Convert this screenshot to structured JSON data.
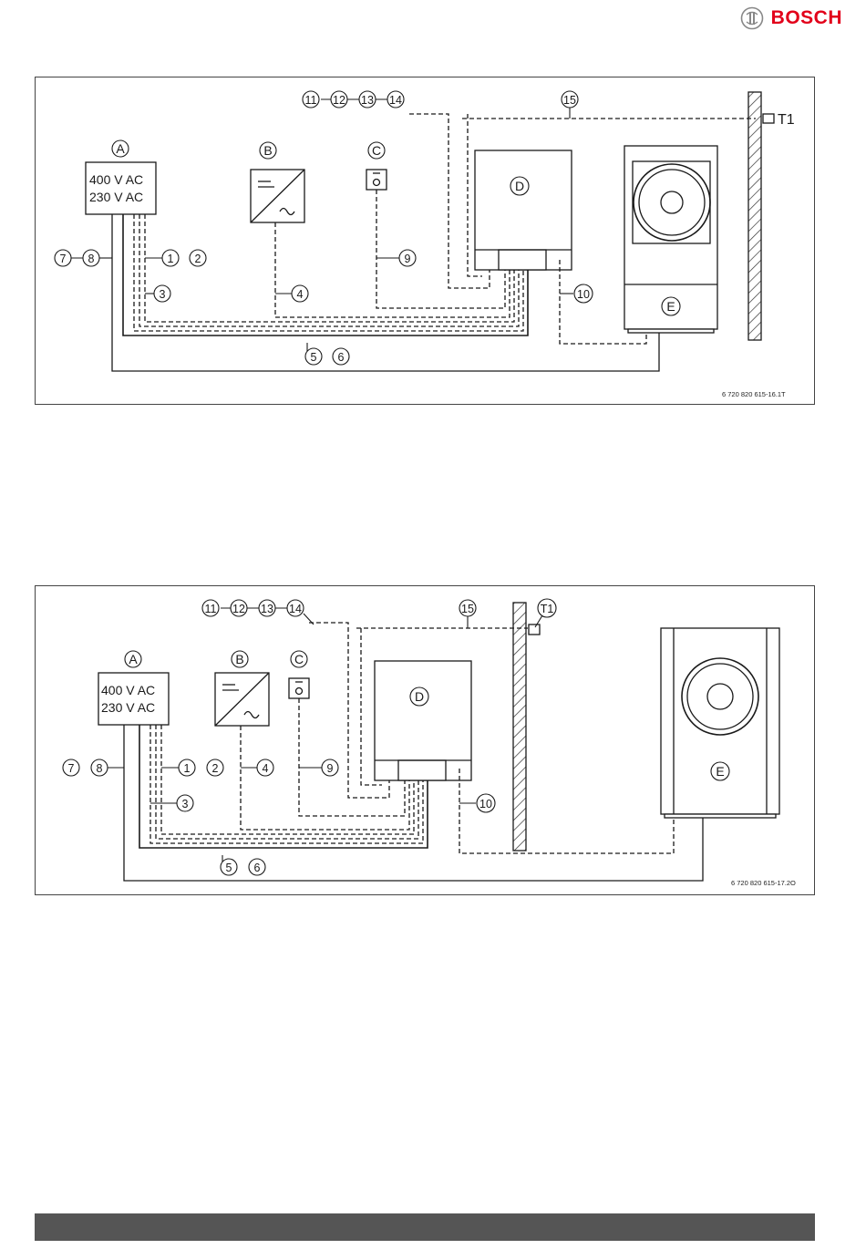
{
  "brand": {
    "name": "BOSCH",
    "color": "#e2001a"
  },
  "figure_top": {
    "code": "6 720 820 615-16.1T",
    "labels": {
      "A": "A",
      "B": "B",
      "C": "C",
      "D": "D",
      "E": "E",
      "voltage_1": "400 V AC",
      "voltage_2": "230 V AC",
      "n11": "11",
      "n12": "12",
      "n13": "13",
      "n14": "14",
      "n15": "15",
      "t1": "T1",
      "n7": "7",
      "n8": "8",
      "n1": "1",
      "n2": "2",
      "n3": "3",
      "n4": "4",
      "n9": "9",
      "n10": "10",
      "n5": "5",
      "n6": "6"
    }
  },
  "figure_bottom": {
    "code": "6 720 820 615-17.2O",
    "labels": {
      "A": "A",
      "B": "B",
      "C": "C",
      "D": "D",
      "E": "E",
      "voltage_1": "400 V AC",
      "voltage_2": "230 V AC",
      "n11": "11",
      "n12": "12",
      "n13": "13",
      "n14": "14",
      "n15": "15",
      "t1": "T1",
      "n7": "7",
      "n8": "8",
      "n1": "1",
      "n2": "2",
      "n3": "3",
      "n4": "4",
      "n9": "9",
      "n10": "10",
      "n5": "5",
      "n6": "6"
    }
  },
  "colors": {
    "footer": "#555555",
    "line": "#1a1a1a",
    "hatch": "#333333"
  }
}
